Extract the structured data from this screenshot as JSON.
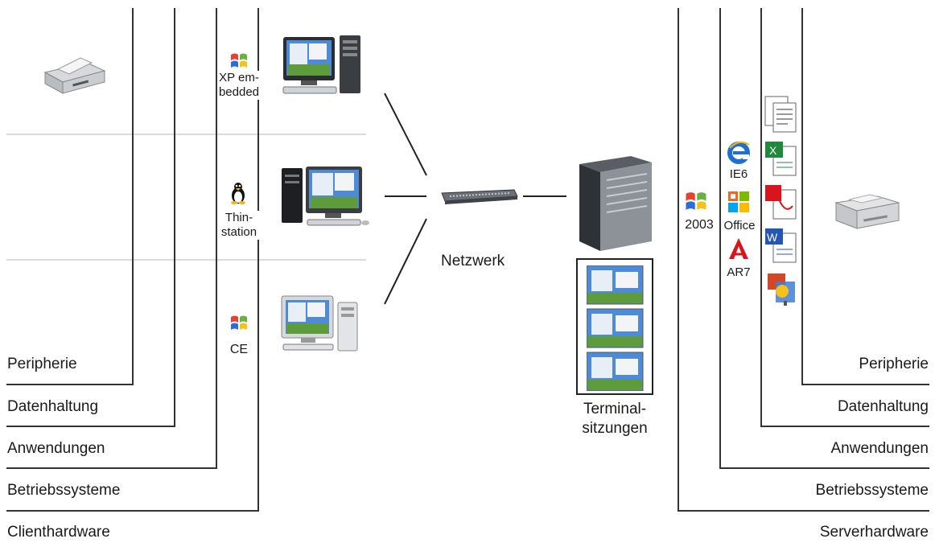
{
  "client_layers": [
    "Peripherie",
    "Datenhaltung",
    "Anwendungen",
    "Betriebssysteme",
    "Clienthardware"
  ],
  "server_layers": [
    "Peripherie",
    "Datenhaltung",
    "Anwendungen",
    "Betriebssysteme",
    "Serverhardware"
  ],
  "client_os": {
    "xp": "XP em-\nbedded",
    "thin": "Thin-\nstation",
    "ce": "CE"
  },
  "network_label": "Netzwerk",
  "terminal_label": "Terminal-\nsitzungen",
  "server_os": "2003",
  "server_apps": {
    "ie": "IE6",
    "office": "Office",
    "acrobat": "AR7"
  },
  "colors": {
    "line": "#333333",
    "divider": "#b5b5b5",
    "windows_red": "#e8412c",
    "windows_green": "#6ab23f",
    "windows_blue": "#2a6fd6",
    "windows_yellow": "#f4c21b",
    "acrobat_red": "#d8141c",
    "ie_blue": "#1f6fcf"
  }
}
